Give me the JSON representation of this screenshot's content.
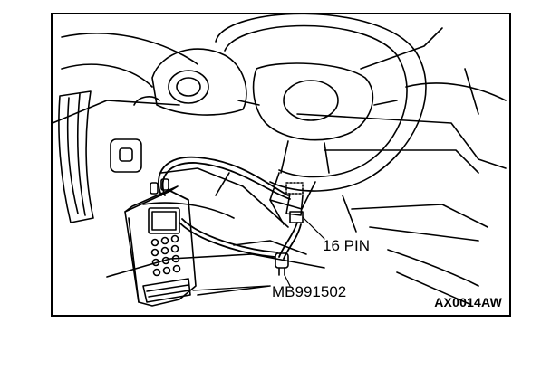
{
  "labels": {
    "connector": "16 PIN",
    "tool": "MB991502",
    "figure_code": "AX0014AW"
  },
  "colors": {
    "line": "#000000",
    "background": "#ffffff"
  }
}
